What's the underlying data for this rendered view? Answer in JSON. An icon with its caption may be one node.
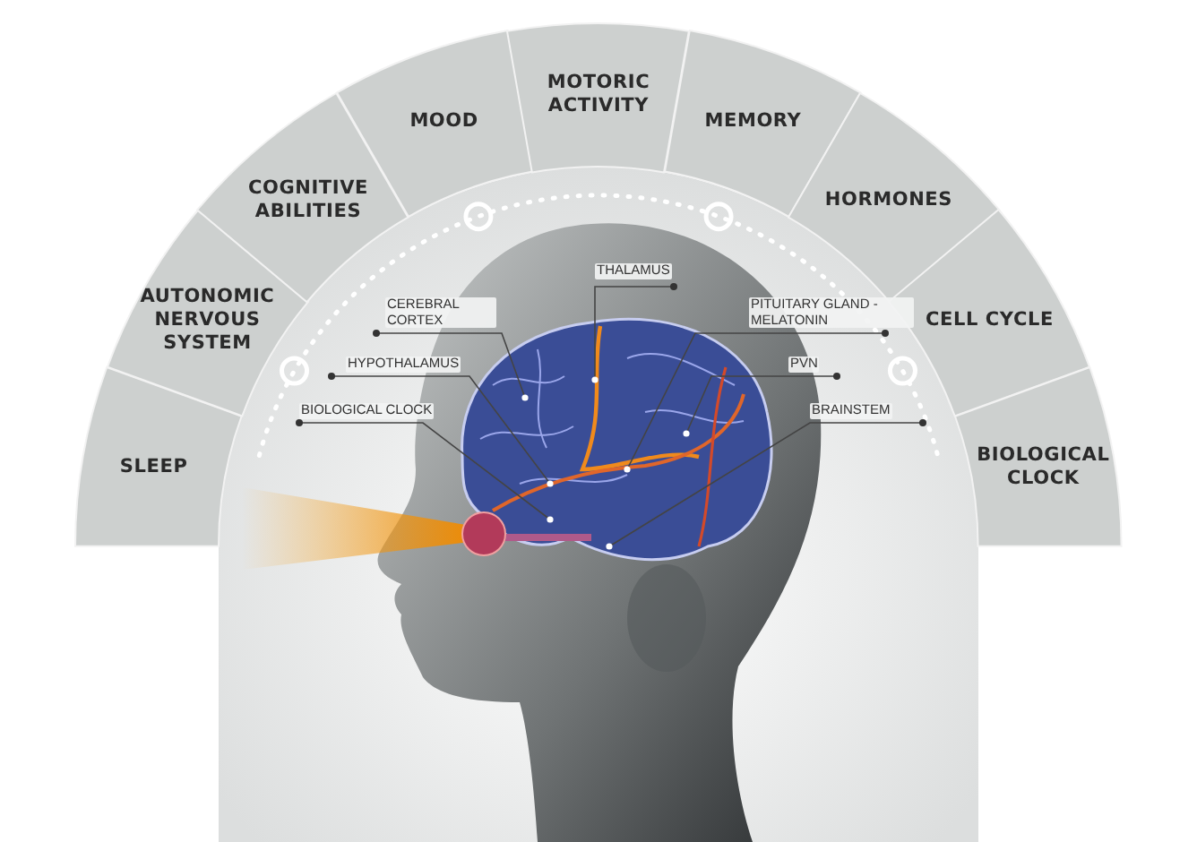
{
  "diagram": {
    "nodes": [
      {
        "text": [
          "SLEEP"
        ]
      },
      {
        "text": [
          "AUTONOMIC NERVOUS SYSTEM"
        ]
      },
      {
        "text": [
          "COGNITIVE ABILITIES"
        ]
      },
      {
        "text": [
          "MOOD"
        ]
      },
      {
        "text": [
          "MOTORIC ACTIVITY"
        ]
      },
      {
        "text": [
          "MEMORY"
        ]
      },
      {
        "text": [
          "HORMONES"
        ]
      },
      {
        "text": [
          "CELL CYCLE"
        ]
      },
      {
        "text": [
          "BIOLOGICAL CLOCK"
        ]
      },
      {
        "text": [
          "THALAMUS"
        ]
      },
      {
        "text": [
          "CEREBRAL CORTEX"
        ]
      },
      {
        "text": [
          "PITUITARY GLAND - MELATONIN"
        ]
      },
      {
        "text": [
          "HYPOTHALAMUS"
        ]
      },
      {
        "text": [
          "PVN"
        ]
      },
      {
        "text": [
          "BIOLOGICAL CLOCK"
        ]
      },
      {
        "text": [
          "BRAINSTEM"
        ]
      }
    ],
    "edges": [
      {
        "from": 9,
        "to": null,
        "arrow": "other"
      },
      {
        "from": 10,
        "to": null,
        "arrow": "other"
      },
      {
        "from": 11,
        "to": null,
        "arrow": "other"
      },
      {
        "from": 12,
        "to": null,
        "arrow": "other"
      },
      {
        "from": 13,
        "to": null,
        "arrow": "other"
      },
      {
        "from": 14,
        "to": null,
        "arrow": "other"
      },
      {
        "from": 15,
        "to": null,
        "arrow": "other"
      }
    ]
  }
}
